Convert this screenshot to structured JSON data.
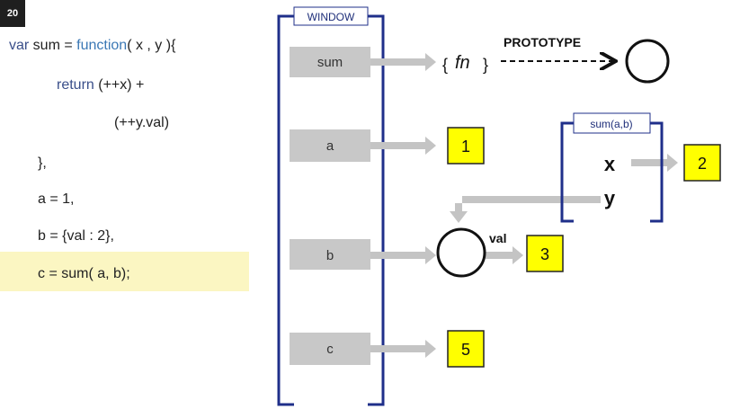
{
  "slide_number": "20",
  "code": {
    "line1_var": "var",
    "line1_rest_a": " sum = ",
    "line1_function": "function",
    "line1_rest_b": "( x , y ){",
    "line2_return": "return",
    "line2_rest": " (++x) +",
    "line3": "(++y.val)",
    "line4": "},",
    "line5": "a = 1,",
    "line6": "b = {val : 2},",
    "line7": "c = sum( a, b);"
  },
  "window": {
    "title": "WINDOW",
    "slots": [
      "sum",
      "a",
      "b",
      "c"
    ]
  },
  "function_object": {
    "brace_open": "{",
    "label": "fn",
    "brace_close": "}",
    "link_label": "PROTOTYPE"
  },
  "values": {
    "a": "1",
    "c": "5",
    "val_label": "val",
    "val_value": "3"
  },
  "scope": {
    "title": "sum(a,b)",
    "x_label": "x",
    "y_label": "y",
    "x_value": "2"
  },
  "colors": {
    "slot_fill": "#c8c8c8",
    "bracket": "#1f2f8a",
    "arrow": "#c4c4c4",
    "value_box": "#ffff00",
    "highlight": "#fbf6c2"
  }
}
